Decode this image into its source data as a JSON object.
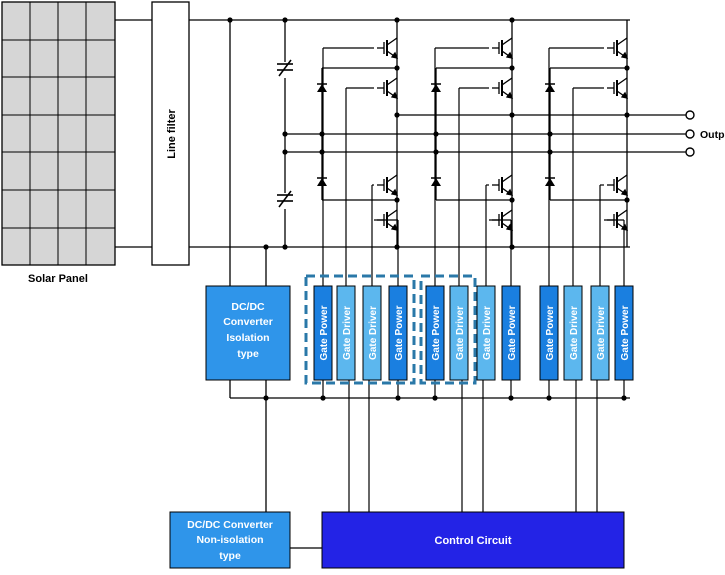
{
  "labels": {
    "solar_panel": "Solar Panel",
    "line_filter": "Line filter",
    "output": "Output",
    "dcdc_iso": [
      "DC/DC",
      "Converter",
      "Isolation",
      "type"
    ],
    "dcdc_noniso": [
      "DC/DC Converter",
      "Non-isolation",
      "type"
    ],
    "control": "Control Circuit",
    "gate_power": "Gate Power",
    "gate_driver": "Gate Driver"
  },
  "gate_blocks": [
    "Gate Power",
    "Gate Driver",
    "Gate Driver",
    "Gate Power",
    "Gate Power",
    "Gate Driver",
    "Gate Driver",
    "Gate Power",
    "Gate Power",
    "Gate Driver",
    "Gate Driver",
    "Gate Power"
  ],
  "colors": {
    "panel_fill": "#d6d6d6",
    "gate_power": "#1a7fe0",
    "gate_driver": "#5cb7ee",
    "dcdc": "#2f95ea",
    "control": "#2323e6",
    "highlight_dash": "#2a78a8",
    "wire": "#000000"
  }
}
